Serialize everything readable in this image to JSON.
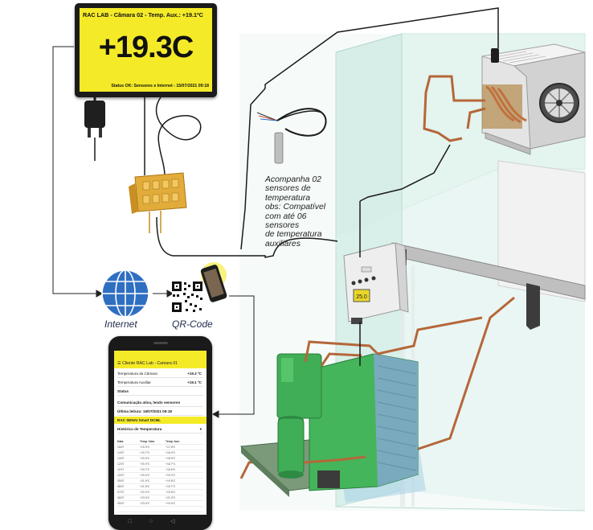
{
  "display": {
    "title": "RAC LAB - Câmara 02 - Temp. Aux.: +19.1ºC",
    "temperature": "+19.3C",
    "status": "Status OK: Sensores e Internet - 15/07/2021 09:18"
  },
  "caption": {
    "lines": [
      "Acompanha 02",
      "sensores de",
      "temperatura",
      "obs: Compatível",
      "com até 06",
      "sensores",
      "de temperatura",
      "auxiliares"
    ]
  },
  "labels": {
    "internet": "Internet",
    "qr_code": "QR-Code"
  },
  "controller_display": "25.0",
  "phone": {
    "header": "Cliente RAC Lab - Camara 01",
    "chamber_temp_label": "Temperatura da Câmara",
    "chamber_temp_value": "+19.3 ºC",
    "aux_temp_label": "Temperatura Auxiliar",
    "aux_temp_value": "+19.1 ºC",
    "status_label": "Status",
    "comm_status": "Comunicação ativa, lendo sensores",
    "last_reading": "Última leitura: 15/07/2021 09:18",
    "brand": "RAC SENAI Smart DCML",
    "history_label": "Histórico de Temperatura",
    "table_headers": [
      "Data",
      "Temp. Câm.",
      "Temp. Aux."
    ],
    "table_rows": [
      [
        "15/07",
        "+19.3ºC",
        "+17.8ºC"
      ],
      [
        "14/07",
        "+19.7ºC",
        "+18.0ºC"
      ],
      [
        "13/07",
        "+20.0ºC",
        "+18.9ºC"
      ],
      [
        "12/07",
        "+20.4ºC",
        "+18.7ºC"
      ],
      [
        "11/07",
        "+19.7ºC",
        "+18.5ºC"
      ],
      [
        "10/07",
        "+20.4ºC",
        "+19.2ºC"
      ],
      [
        "09/07",
        "+21.0ºC",
        "+19.5ºC"
      ],
      [
        "08/07",
        "+21.5ºC",
        "+19.7ºC"
      ],
      [
        "07/07",
        "+22.4ºC",
        "+19.6ºC"
      ],
      [
        "06/07",
        "+23.0ºC",
        "+21.0ºC"
      ],
      [
        "05/07",
        "+23.4ºC",
        "+19.4ºC"
      ]
    ]
  },
  "colors": {
    "display_yellow": "#f4ea28",
    "pipe_copper": "#b5673a",
    "compressor_green": "#3fae56",
    "glass": "#d8efe9",
    "cable": "#1b1b1b"
  }
}
